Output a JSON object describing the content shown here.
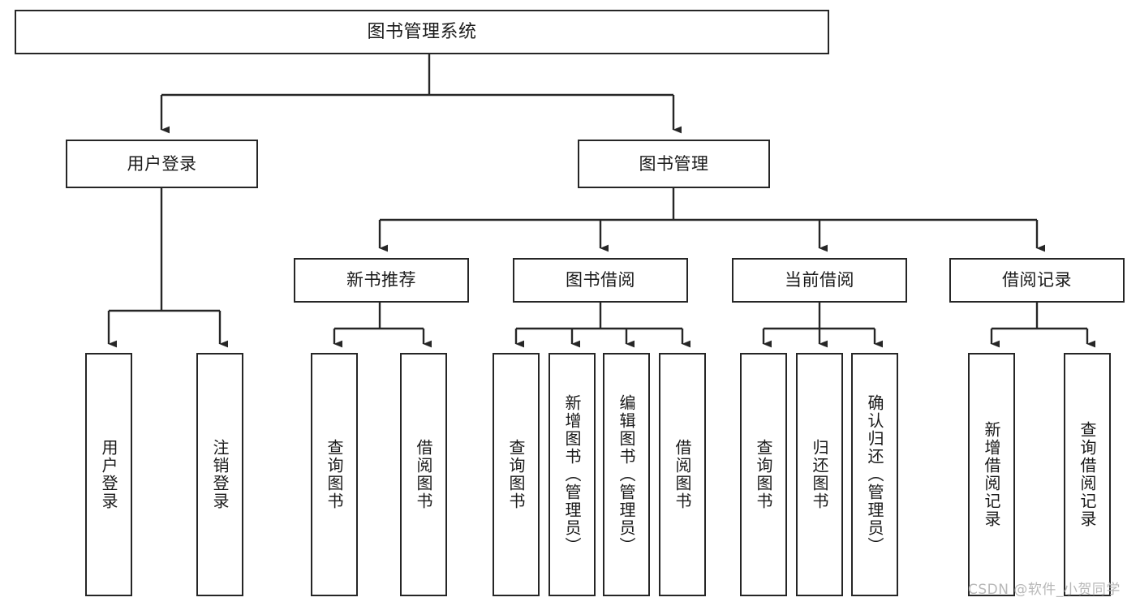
{
  "diagram": {
    "type": "tree-hierarchy-chart",
    "title": "图书管理系统",
    "watermark": "CSDN @软件_小贺同学",
    "colors": {
      "stroke": "#262626",
      "fill": "#ffffff",
      "text": "#1a1a1a",
      "watermark": "#b8b8b8"
    },
    "nodes": {
      "root": {
        "label": "图书管理系统",
        "level": 1,
        "orientation": "horizontal"
      },
      "user_login": {
        "label": "用户登录",
        "level": 2,
        "orientation": "horizontal"
      },
      "book_manage": {
        "label": "图书管理",
        "level": 2,
        "orientation": "horizontal"
      },
      "new_book_rec": {
        "label": "新书推荐",
        "level": 3,
        "orientation": "horizontal"
      },
      "book_borrow": {
        "label": "图书借阅",
        "level": 3,
        "orientation": "horizontal"
      },
      "current_borrow": {
        "label": "当前借阅",
        "level": 3,
        "orientation": "horizontal"
      },
      "borrow_record": {
        "label": "借阅记录",
        "level": 3,
        "orientation": "horizontal"
      },
      "leaf_user_login": {
        "label": "用户登录",
        "level": 4,
        "orientation": "vertical"
      },
      "leaf_logout": {
        "label": "注销登录",
        "level": 4,
        "orientation": "vertical"
      },
      "leaf_query_book_1": {
        "label": "查询图书",
        "level": 4,
        "orientation": "vertical"
      },
      "leaf_borrow_book_1": {
        "label": "借阅图书",
        "level": 4,
        "orientation": "vertical"
      },
      "leaf_query_book_2": {
        "label": "查询图书",
        "level": 4,
        "orientation": "vertical"
      },
      "leaf_add_book": {
        "label": "新增图书（管理员）",
        "level": 4,
        "orientation": "vertical"
      },
      "leaf_edit_book": {
        "label": "编辑图书（管理员）",
        "level": 4,
        "orientation": "vertical"
      },
      "leaf_borrow_book_2": {
        "label": "借阅图书",
        "level": 4,
        "orientation": "vertical"
      },
      "leaf_query_book_3": {
        "label": "查询图书",
        "level": 4,
        "orientation": "vertical"
      },
      "leaf_return_book": {
        "label": "归还图书",
        "level": 4,
        "orientation": "vertical"
      },
      "leaf_confirm_return": {
        "label": "确认归还（管理员）",
        "level": 4,
        "orientation": "vertical"
      },
      "leaf_add_record": {
        "label": "新增借阅记录",
        "level": 4,
        "orientation": "vertical"
      },
      "leaf_query_record": {
        "label": "查询借阅记录",
        "level": 4,
        "orientation": "vertical"
      }
    },
    "edges": [
      {
        "from": "root",
        "to": "user_login"
      },
      {
        "from": "root",
        "to": "book_manage"
      },
      {
        "from": "book_manage",
        "to": "new_book_rec"
      },
      {
        "from": "book_manage",
        "to": "book_borrow"
      },
      {
        "from": "book_manage",
        "to": "current_borrow"
      },
      {
        "from": "book_manage",
        "to": "borrow_record"
      },
      {
        "from": "user_login",
        "to": "leaf_user_login"
      },
      {
        "from": "user_login",
        "to": "leaf_logout"
      },
      {
        "from": "new_book_rec",
        "to": "leaf_query_book_1"
      },
      {
        "from": "new_book_rec",
        "to": "leaf_borrow_book_1"
      },
      {
        "from": "book_borrow",
        "to": "leaf_query_book_2"
      },
      {
        "from": "book_borrow",
        "to": "leaf_add_book"
      },
      {
        "from": "book_borrow",
        "to": "leaf_edit_book"
      },
      {
        "from": "book_borrow",
        "to": "leaf_borrow_book_2"
      },
      {
        "from": "current_borrow",
        "to": "leaf_query_book_3"
      },
      {
        "from": "current_borrow",
        "to": "leaf_return_book"
      },
      {
        "from": "current_borrow",
        "to": "leaf_confirm_return"
      },
      {
        "from": "borrow_record",
        "to": "leaf_add_record"
      },
      {
        "from": "borrow_record",
        "to": "leaf_query_record"
      }
    ]
  }
}
